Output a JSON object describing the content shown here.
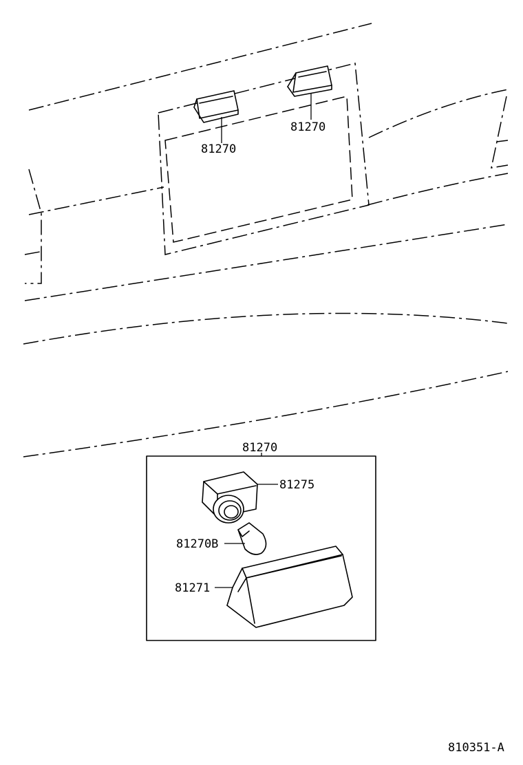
{
  "callouts": {
    "lamp_left": "81270",
    "lamp_right": "81270",
    "detail_title": "81270",
    "socket": "81275",
    "bulb": "81270B",
    "lens": "81271"
  },
  "figure_code": "810351-A",
  "icons": [
    "license-plate-lamp-icon",
    "socket-icon",
    "bulb-icon",
    "lens-icon"
  ]
}
